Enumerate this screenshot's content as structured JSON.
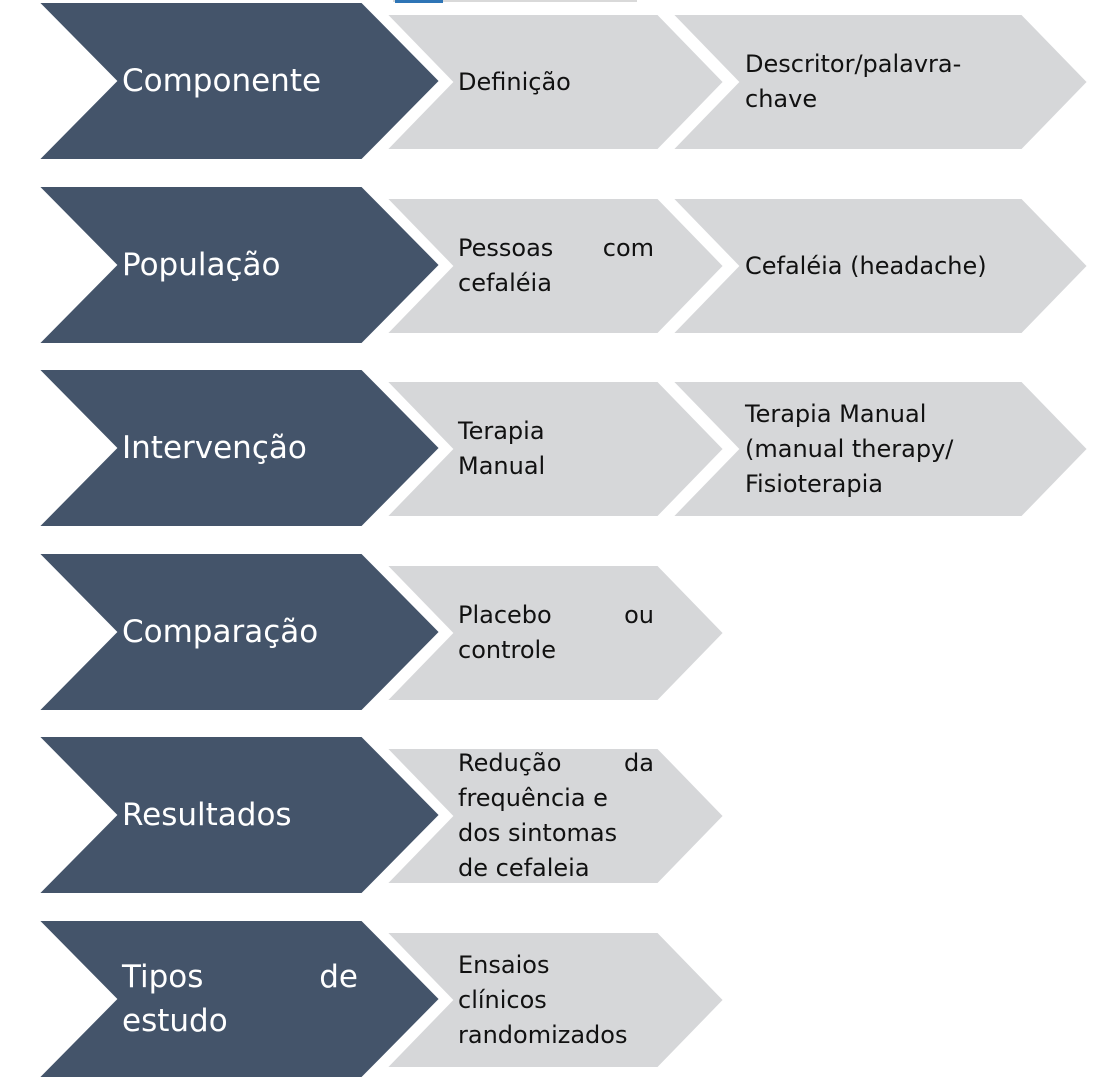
{
  "colors": {
    "dark_fill": "#44546A",
    "light_fill": "#D6D7D9",
    "edge": "#ffffff"
  },
  "rows": [
    {
      "category": [
        "Componente"
      ],
      "definition": [
        "Definição"
      ],
      "keyword": [
        "Descritor/palavra-",
        "chave"
      ]
    },
    {
      "category": [
        "População"
      ],
      "definition": [
        "Pessoas com",
        "cefaléia"
      ],
      "keyword": [
        "Cefaléia (headache)"
      ]
    },
    {
      "category": [
        "Intervenção"
      ],
      "definition": [
        "Terapia",
        "Manual"
      ],
      "keyword": [
        "Terapia Manual",
        "(manual therapy/",
        "Fisioterapia"
      ]
    },
    {
      "category": [
        "Comparação"
      ],
      "definition": [
        "Placebo ou",
        "controle"
      ],
      "keyword": []
    },
    {
      "category": [
        "Resultados"
      ],
      "definition": [
        "Redução da",
        "frequência e",
        "dos sintomas",
        "de cefaleia"
      ],
      "keyword": []
    },
    {
      "category": [
        "Tipos de",
        "estudo"
      ],
      "definition": [
        "Ensaios",
        "clínicos",
        "randomizados"
      ],
      "keyword": []
    }
  ]
}
